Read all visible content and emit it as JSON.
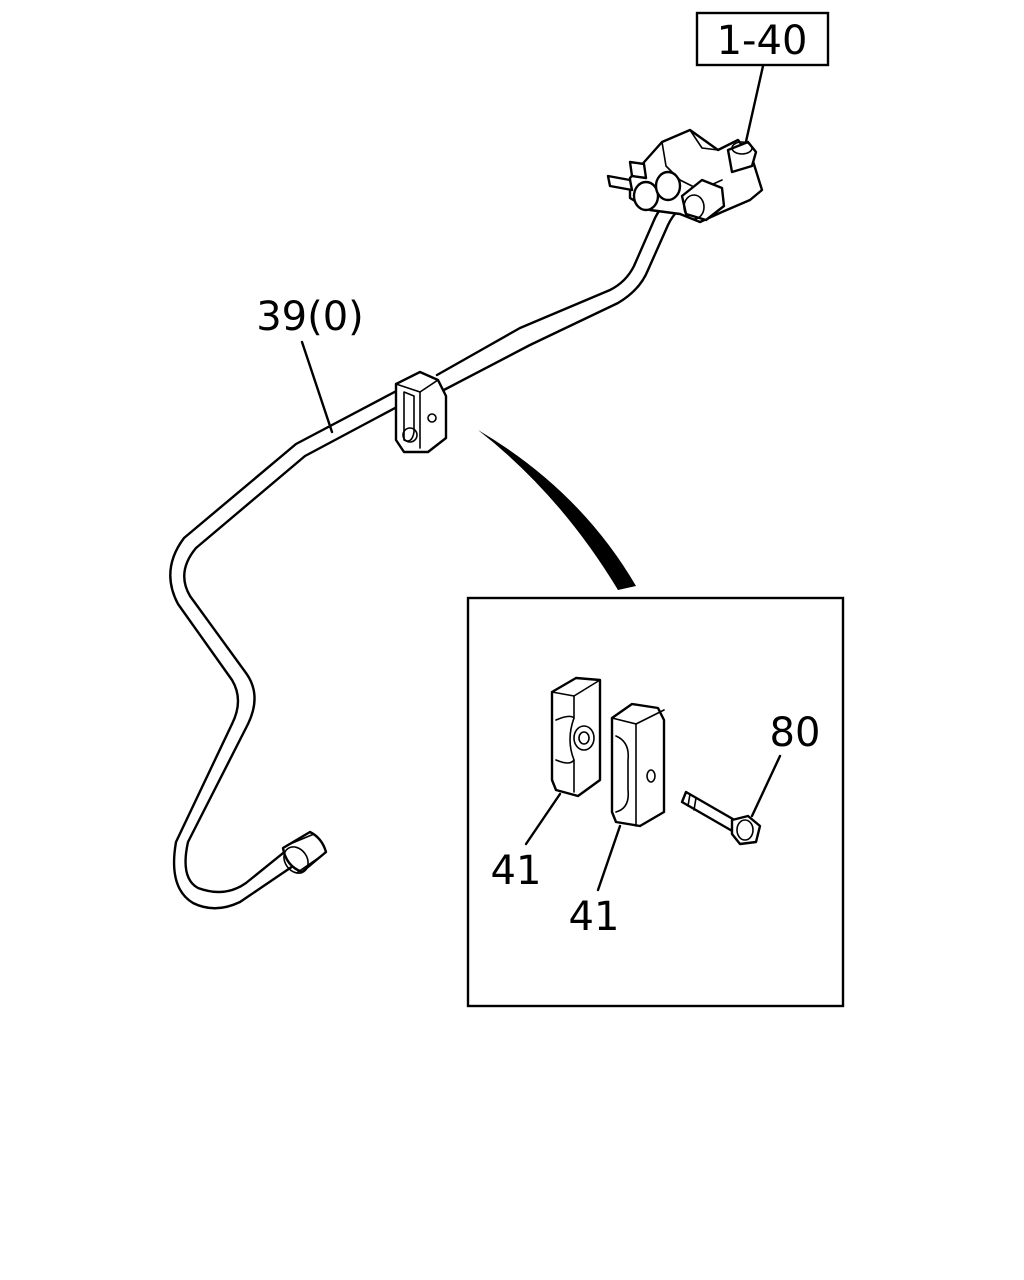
{
  "labels": {
    "ref_box": "1-40",
    "pipe": "39(0)",
    "bolt": "80",
    "clamp_left": "41",
    "clamp_right": "41"
  },
  "parts": [
    {
      "id": "pipe",
      "callout": "39(0)"
    },
    {
      "id": "clamp-left",
      "callout": "41"
    },
    {
      "id": "clamp-right",
      "callout": "41"
    },
    {
      "id": "bolt",
      "callout": "80"
    },
    {
      "id": "reference",
      "callout": "1-40"
    }
  ]
}
